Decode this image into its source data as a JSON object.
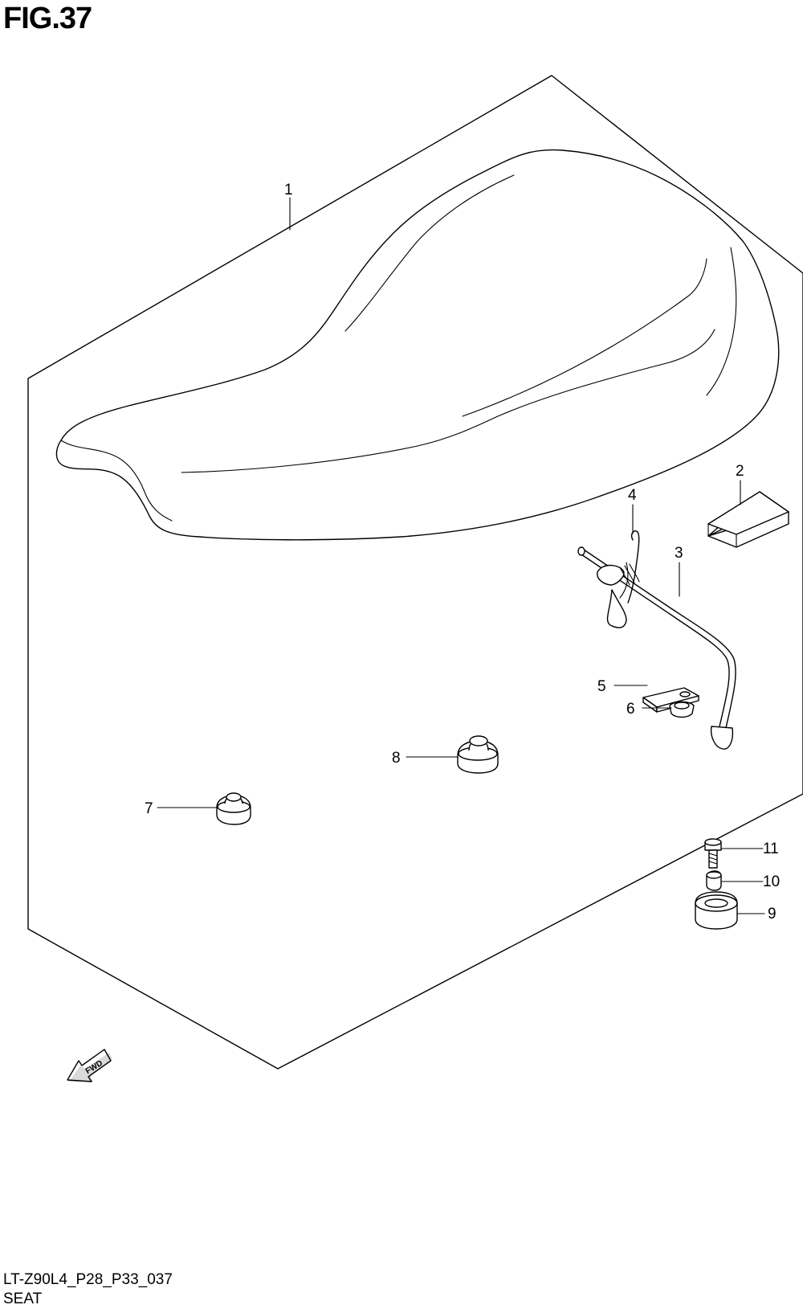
{
  "figure": {
    "title": "FIG.37"
  },
  "diagram": {
    "direction_tag": "FWD"
  },
  "callouts": [
    "1",
    "2",
    "3",
    "4",
    "5",
    "6",
    "7",
    "8",
    "9",
    "10",
    "11"
  ],
  "footer": {
    "code": "LT-Z90L4_P28_P33_037",
    "caption": "SEAT"
  }
}
